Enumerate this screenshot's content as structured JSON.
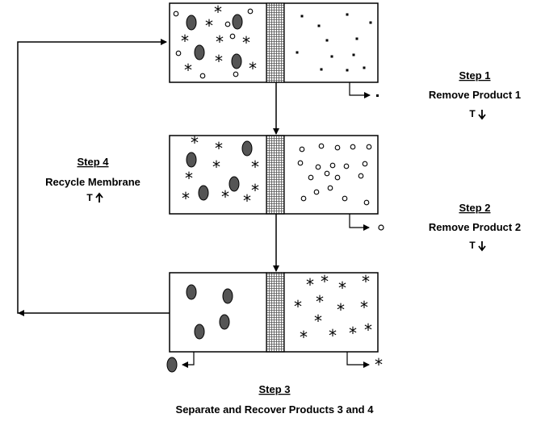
{
  "steps": [
    {
      "heading": "Step 1",
      "action": "Remove Product 1",
      "temp": "T",
      "temp_direction": "down"
    },
    {
      "heading": "Step 2",
      "action": "Remove Product 2",
      "temp": "T",
      "temp_direction": "down"
    },
    {
      "heading": "Step 3",
      "action": "Separate and Recover Products 3 and 4"
    },
    {
      "heading": "Step 4",
      "action": "Recycle Membrane",
      "temp": "T",
      "temp_direction": "up"
    }
  ],
  "products": {
    "product1": {
      "symbol": "square-dot"
    },
    "product2": {
      "symbol": "open-circle"
    },
    "product3": {
      "symbol": "asterisk",
      "glyph": "*"
    },
    "product4": {
      "symbol": "filled-ellipse"
    }
  },
  "colors": {
    "ellipse_fill": "#555555",
    "stroke": "#000000"
  }
}
